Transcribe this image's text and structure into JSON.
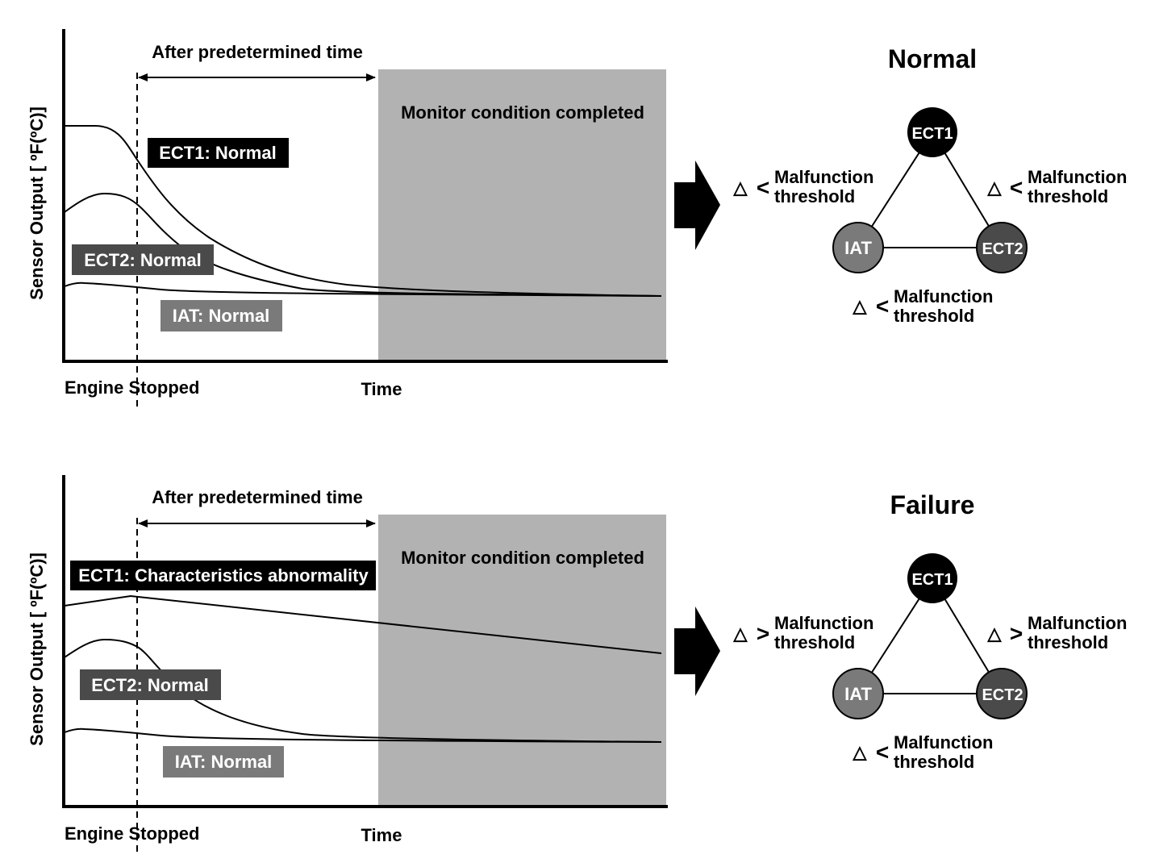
{
  "panels": [
    {
      "y_axis_label": "Sensor Output [ ºF(ºC)]",
      "x_label_left": "Engine Stopped",
      "x_label_right": "Time",
      "interval_label": "After predetermined time",
      "monitor_label": "Monitor condition completed",
      "ect1_label": "ECT1: Normal",
      "ect2_label": "ECT2: Normal",
      "iat_label": "IAT: Normal",
      "diagram": {
        "title": "Normal",
        "node_ect1": "ECT1",
        "node_ect2": "ECT2",
        "node_iat": "IAT",
        "left_compare": "<",
        "right_compare": "<",
        "bottom_compare": "<",
        "delta_symbol": "△",
        "threshold_line1": "Malfunction",
        "threshold_line2": "threshold"
      }
    },
    {
      "y_axis_label": "Sensor Output [ ºF(ºC)]",
      "x_label_left": "Engine Stopped",
      "x_label_right": "Time",
      "interval_label": "After predetermined time",
      "monitor_label": "Monitor condition completed",
      "ect1_label": "ECT1: Characteristics abnormality",
      "ect2_label": "ECT2: Normal",
      "iat_label": "IAT: Normal",
      "diagram": {
        "title": "Failure",
        "node_ect1": "ECT1",
        "node_ect2": "ECT2",
        "node_iat": "IAT",
        "left_compare": ">",
        "right_compare": ">",
        "bottom_compare": "<",
        "delta_symbol": "△",
        "threshold_line1": "Malfunction",
        "threshold_line2": "threshold"
      }
    }
  ],
  "colors": {
    "ect1": "#000000",
    "ect2": "#4a4a4a",
    "iat": "#7a7a7a",
    "monitor_region": "#b2b2b2"
  }
}
